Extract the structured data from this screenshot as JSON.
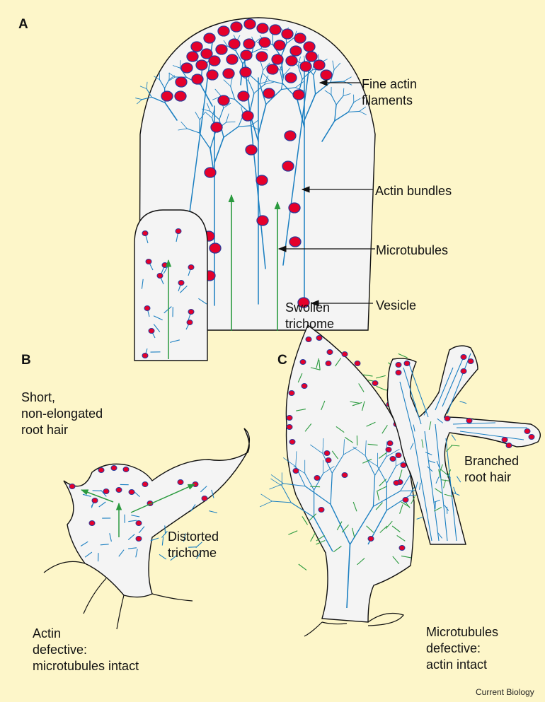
{
  "panels": {
    "a": {
      "letter": "A",
      "labels": {
        "fine_actin_1": "Fine actin",
        "fine_actin_2": "filaments",
        "actin_bundles": "Actin bundles",
        "microtubules": "Microtubules",
        "vesicle": "Vesicle"
      }
    },
    "b": {
      "letter": "B",
      "labels": {
        "root_hair_1": "Short,",
        "root_hair_2": "non-elongated",
        "root_hair_3": "root hair",
        "trichome_1": "Distorted",
        "trichome_2": "trichome",
        "defect_1": "Actin",
        "defect_2": "defective:",
        "defect_3": "microtubules intact"
      }
    },
    "c": {
      "letter": "C",
      "labels": {
        "trichome_1": "Swollen",
        "trichome_2": "trichome",
        "root_hair_1": "Branched",
        "root_hair_2": "root hair",
        "defect_1": "Microtubules",
        "defect_2": "defective:",
        "defect_3": "actin intact"
      }
    }
  },
  "credit": "Current Biology",
  "colors": {
    "background": "#fdf6c9",
    "cell_fill": "#f4f4f4",
    "actin": "#1a7fc1",
    "microtubule": "#2a9a3e",
    "vesicle_fill": "#e5002b",
    "vesicle_outline": "#2b3a9a"
  }
}
